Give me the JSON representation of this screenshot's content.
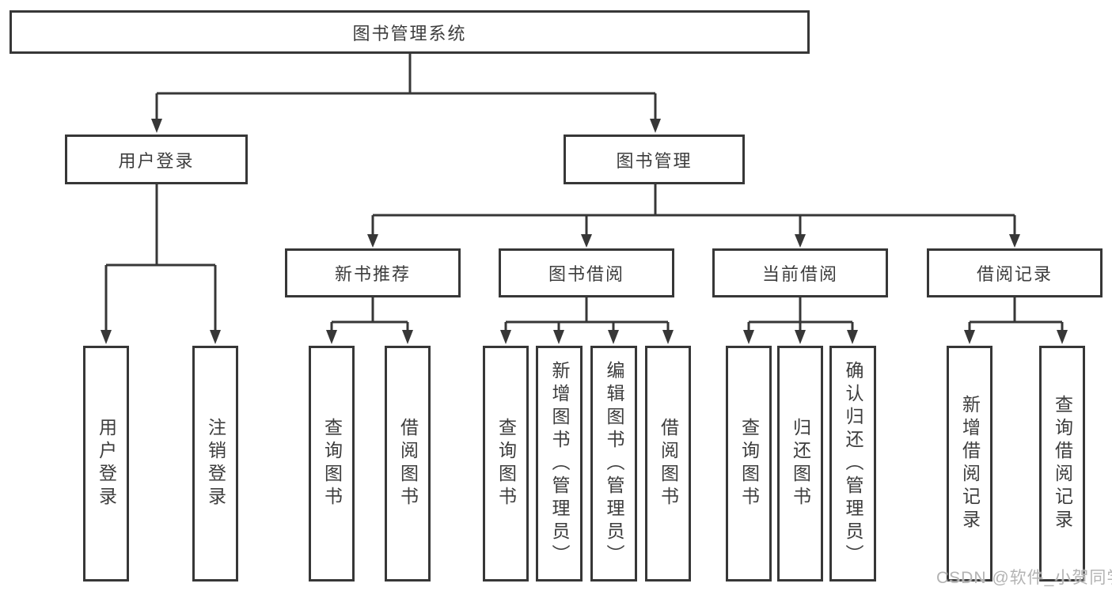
{
  "diagram": {
    "root_label": "图书管理系统",
    "nodes": {
      "user_login": "用户登录",
      "book_mgmt": "图书管理",
      "new_book_rec": "新书推荐",
      "book_borrow": "图书借阅",
      "current_borrow": "当前借阅",
      "borrow_records": "借阅记录"
    },
    "leaves": {
      "user_login": [
        "用户登录",
        "注销登录"
      ],
      "new_book_rec": [
        "查询图书",
        "借阅图书"
      ],
      "book_borrow": [
        "查询图书",
        "新增图书（管理员）",
        "编辑图书（管理员）",
        "借阅图书"
      ],
      "current_borrow": [
        "查询图书",
        "归还图书",
        "确认归还（管理员）"
      ],
      "borrow_records": [
        "新增借阅记录",
        "查询借阅记录"
      ]
    },
    "colors": {
      "line": "#373737",
      "text": "#3d3d3d",
      "watermark": "#b3b3b3",
      "background": "#ffffff"
    }
  },
  "watermark": "CSDN @软件_小贺同学"
}
